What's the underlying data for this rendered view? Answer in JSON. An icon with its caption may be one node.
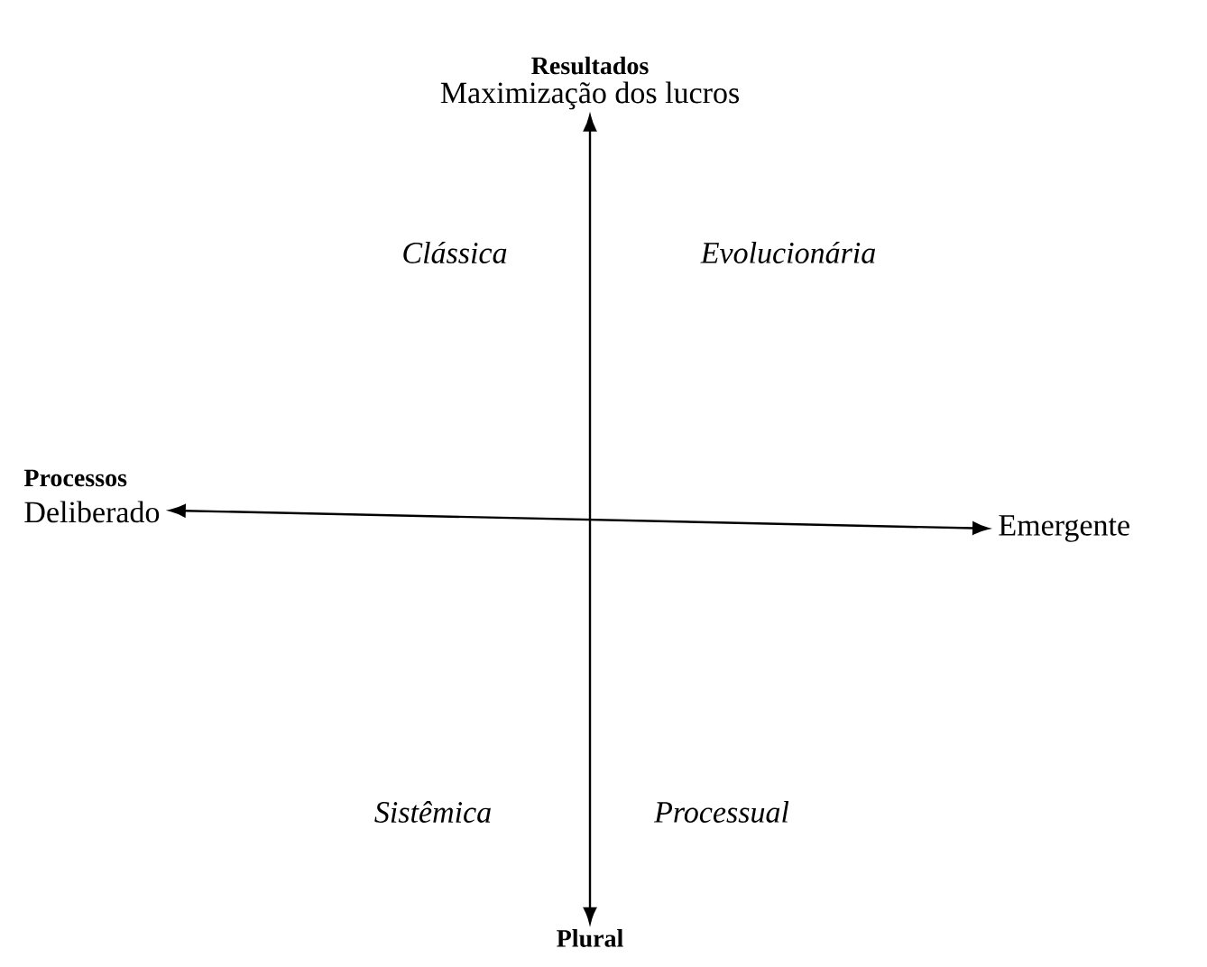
{
  "diagram": {
    "nodes": [
      {
        "text": [
          "Resultados",
          "Maximização dos lucros"
        ]
      },
      {
        "text": [
          "Processos",
          "Deliberado"
        ]
      },
      {
        "text": [
          "Plural"
        ]
      },
      {
        "text": [
          "Emergente"
        ]
      }
    ],
    "edges": [
      {
        "from": 0,
        "to": 2,
        "arrow": "both"
      },
      {
        "from": 1,
        "to": 3,
        "arrow": "both"
      }
    ],
    "labels": [
      "Clássica",
      "Evolucionária",
      "Sistêmica",
      "Processual"
    ]
  }
}
